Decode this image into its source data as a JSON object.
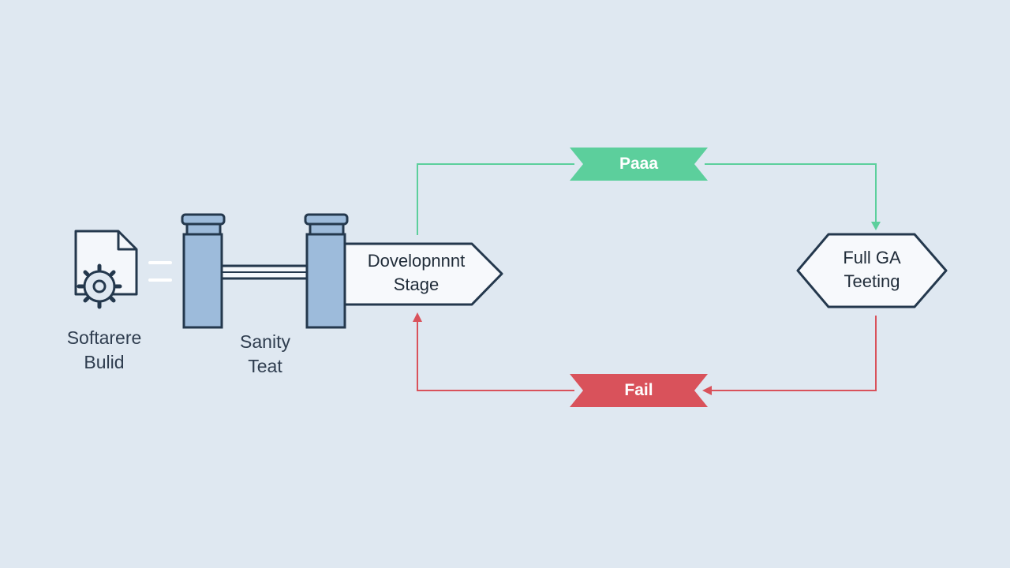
{
  "nodes": {
    "software_build": {
      "line1": "Softarere",
      "line2": "Bulid"
    },
    "sanity_test": {
      "line1": "Sanity",
      "line2": "Teat"
    },
    "development_stage": {
      "line1": "Dovelopnnnt",
      "line2": "Stage"
    },
    "full_qa_testing": {
      "line1": "Full GA",
      "line2": "Teeting"
    }
  },
  "edges": {
    "pass": {
      "label": "Paaa",
      "color": "#5ccf9c",
      "text_color": "#ffffff"
    },
    "fail": {
      "label": "Fail",
      "color": "#d9525b",
      "text_color": "#ffffff"
    }
  },
  "colors": {
    "background": "#dfe8f1",
    "outline": "#24384d",
    "pillar_fill": "#9dbbdb",
    "box_fill": "#f7f9fc"
  },
  "icons": {
    "build": "document-gear-icon",
    "speed_lines": "motion-lines-icon"
  }
}
